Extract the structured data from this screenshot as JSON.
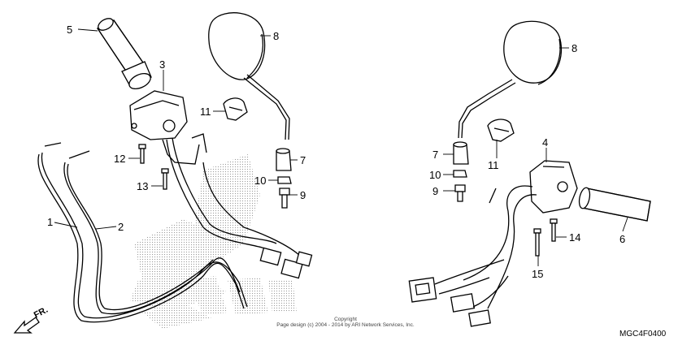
{
  "callouts": [
    {
      "id": "c1",
      "label": "1"
    },
    {
      "id": "c2",
      "label": "2"
    },
    {
      "id": "c3",
      "label": "3"
    },
    {
      "id": "c4",
      "label": "4"
    },
    {
      "id": "c5",
      "label": "5"
    },
    {
      "id": "c6",
      "label": "6"
    },
    {
      "id": "c7a",
      "label": "7"
    },
    {
      "id": "c7b",
      "label": "7"
    },
    {
      "id": "c8a",
      "label": "8"
    },
    {
      "id": "c8b",
      "label": "8"
    },
    {
      "id": "c9a",
      "label": "9"
    },
    {
      "id": "c9b",
      "label": "9"
    },
    {
      "id": "c10a",
      "label": "10"
    },
    {
      "id": "c10b",
      "label": "10"
    },
    {
      "id": "c11a",
      "label": "11"
    },
    {
      "id": "c11b",
      "label": "11"
    },
    {
      "id": "c12",
      "label": "12"
    },
    {
      "id": "c13",
      "label": "13"
    },
    {
      "id": "c14",
      "label": "14"
    },
    {
      "id": "c15",
      "label": "15"
    }
  ],
  "direction_label": "FR.",
  "copyright_line1": "Copyright",
  "copyright_line2": "Page design (c) 2004 - 2014 by ARI Network Services, Inc.",
  "diagram_code": "MGC4F0400"
}
